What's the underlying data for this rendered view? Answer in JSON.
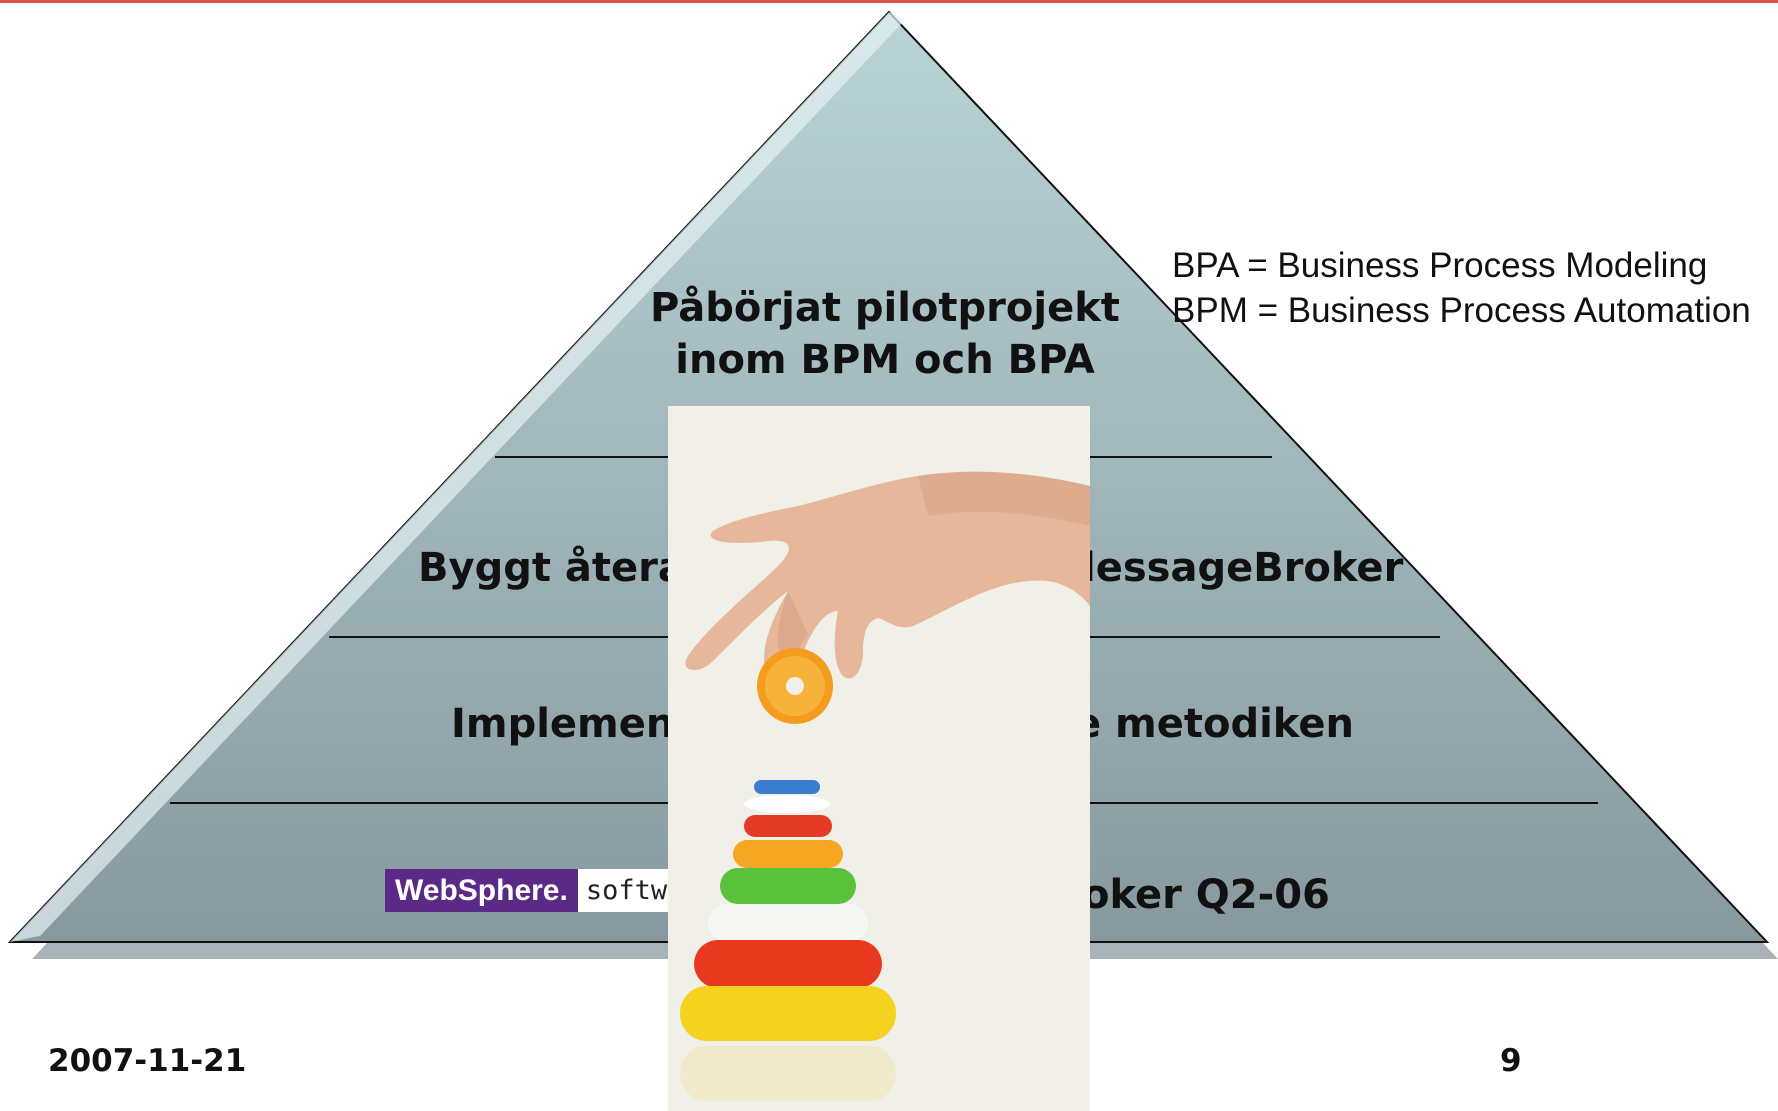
{
  "colors": {
    "pyramid_top": "#b7d0d4",
    "pyramid_bottom": "#8a9da3",
    "accent_line": "#d9534f",
    "logo_purple": "#5b2a86",
    "photo_bg": "#f0efe9"
  },
  "pyramid": {
    "top_line1": "Påbörjat pilotprojekt",
    "top_line2": "inom BPM och BPA",
    "layer2_left": "Byggt återan",
    "layer2_right": "lessageBroker",
    "layer3_left": "Implement",
    "layer3_right": "e metodiken",
    "layer4_right": "oker Q2-06"
  },
  "logo": {
    "brand": "WebSphere.",
    "suffix": "software"
  },
  "notes": {
    "bpa": "BPA = Business Process Modeling",
    "bpm": "BPM = Business Process Automation"
  },
  "footer": {
    "date": "2007-11-21",
    "page": "9"
  },
  "photo": {
    "icon": "hand-stacking-rings-image"
  }
}
